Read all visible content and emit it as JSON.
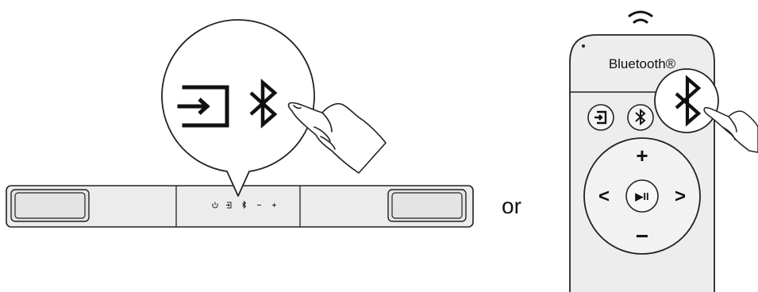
{
  "separator": {
    "text": "or"
  },
  "soundbar": {
    "buttons": [
      {
        "icon": "power-icon",
        "glyph": "⏻"
      },
      {
        "icon": "input-icon",
        "glyph": "⇥"
      },
      {
        "icon": "bluetooth-icon",
        "glyph": "✱"
      },
      {
        "icon": "volume-down-icon",
        "glyph": "−"
      },
      {
        "icon": "volume-up-icon",
        "glyph": "+"
      }
    ]
  },
  "callout": {
    "icons": [
      "input-icon",
      "bluetooth-icon"
    ],
    "gesture": "pointing-finger-icon"
  },
  "remote": {
    "label": "Bluetooth®",
    "top_icon": "wireless-signal-icon",
    "buttons": [
      "input-icon",
      "bluetooth-icon"
    ],
    "dpad": {
      "up_label": "+",
      "down_label": "−",
      "left_label": "<",
      "right_label": ">",
      "center_label": "▶II"
    }
  },
  "colors": {
    "stroke": "#222222",
    "bar_fill": "#ececec",
    "grille_fill": "#e4e4e4",
    "remote_fill": "#ededed"
  }
}
